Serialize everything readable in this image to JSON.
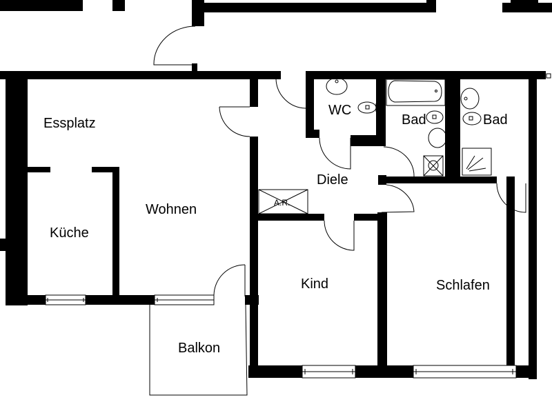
{
  "plan": {
    "type": "floor-plan",
    "background": "#ffffff",
    "wall_color": "#000000"
  },
  "rooms": {
    "essplatz": {
      "label": "Essplatz"
    },
    "kueche": {
      "label": "Küche"
    },
    "wohnen": {
      "label": "Wohnen"
    },
    "balkon": {
      "label": "Balkon"
    },
    "diele": {
      "label": "Diele"
    },
    "ar": {
      "label": "A.R."
    },
    "wc": {
      "label": "WC"
    },
    "bad1": {
      "label": "Bad"
    },
    "bad2": {
      "label": "Bad"
    },
    "kind": {
      "label": "Kind"
    },
    "schlafen": {
      "label": "Schlafen"
    }
  }
}
